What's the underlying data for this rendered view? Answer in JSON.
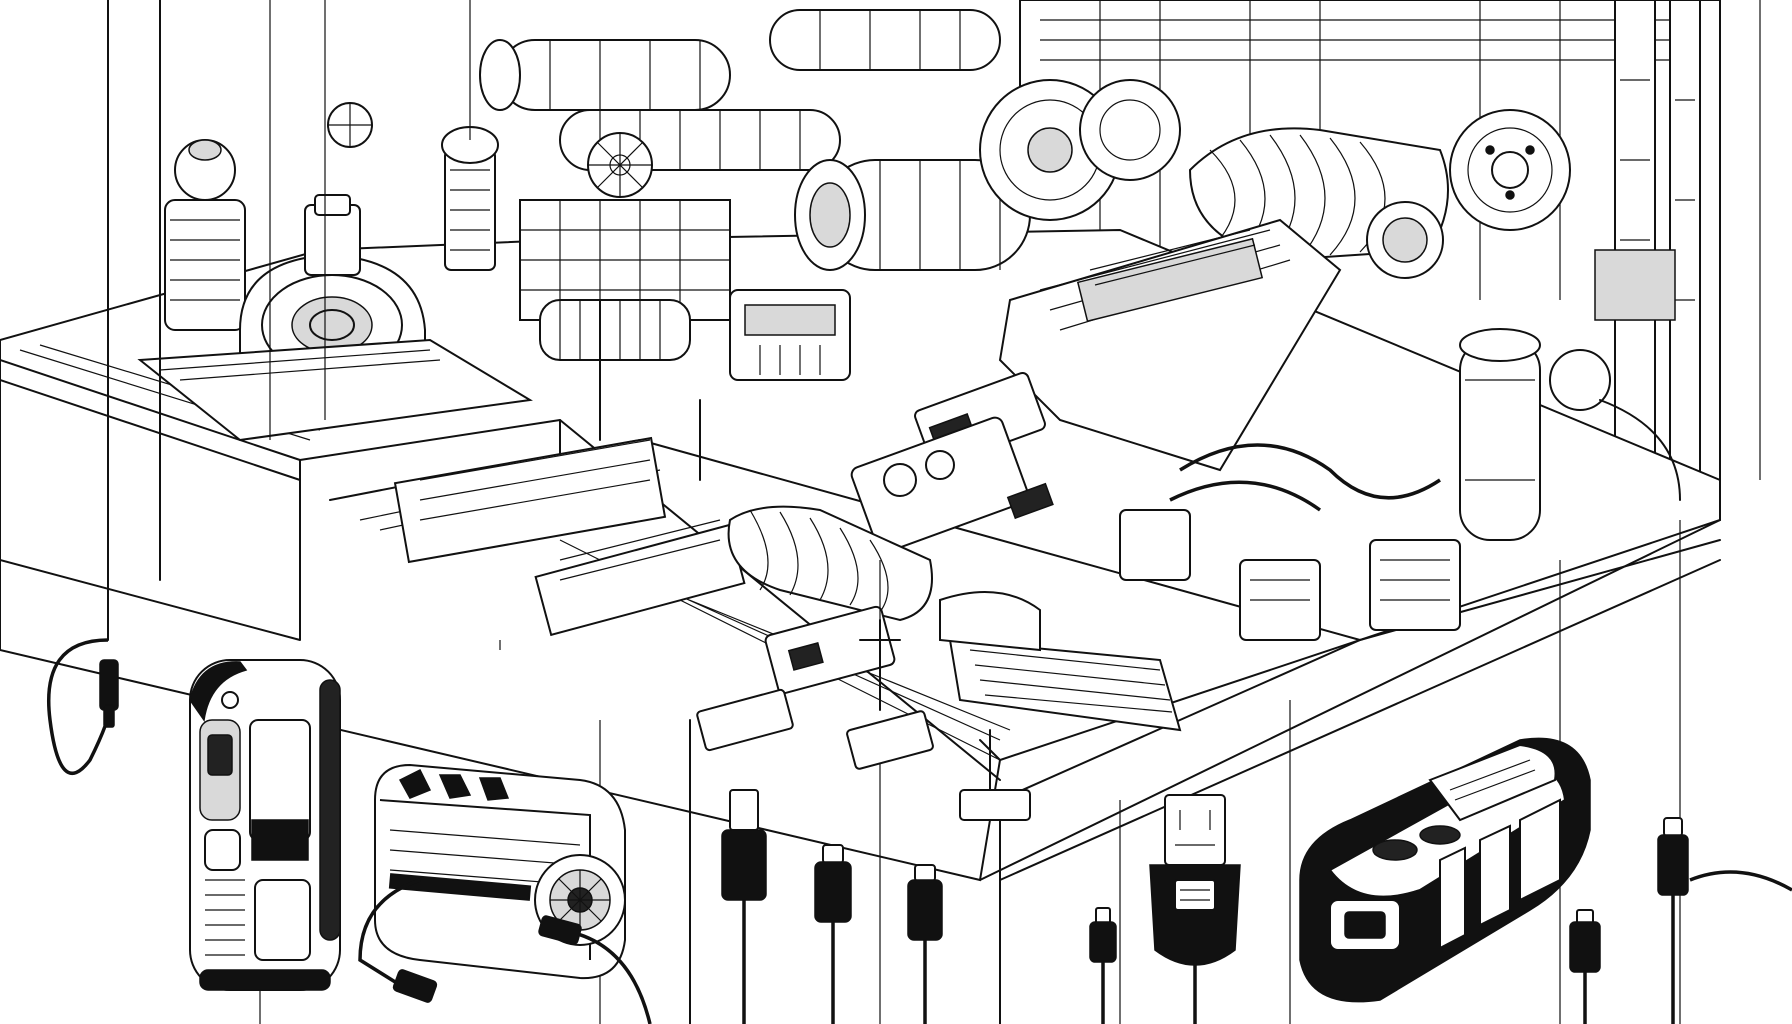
{
  "image": {
    "style": "black-and-white line-art illustration",
    "palette": {
      "ink": "#111111",
      "paper": "#ffffff",
      "shade": "#d9d9d9"
    },
    "regions": [
      "machinery-complex",
      "raised-platform",
      "hanging-cables",
      "handheld-power-bank",
      "square-charger-block",
      "usb-cables",
      "rugged-power-bank"
    ]
  }
}
